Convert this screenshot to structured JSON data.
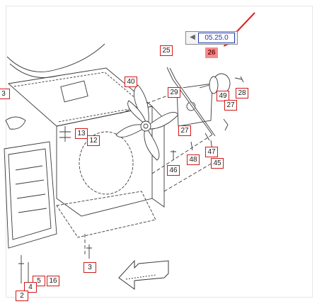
{
  "callouts": {
    "c25": "25",
    "c26": "26",
    "c40": "40",
    "c29": "29",
    "c49": "49",
    "c28": "28",
    "c27a": "27",
    "c27b": "27",
    "c13": "13",
    "c12": "12",
    "c47": "47",
    "c48": "48",
    "c45": "45",
    "c46": "46",
    "c3": "3",
    "c5": "5",
    "c16": "16",
    "c4": "4",
    "c2": "2",
    "c_left": "3"
  },
  "reference": {
    "code": "05.25.0",
    "arrow_icon": "left-arrow"
  },
  "colors": {
    "callout_border": "#d01818",
    "selected_fill": "#f28c8c",
    "reference_border": "#1e3aa8",
    "pointer_arrow": "#e02020",
    "line_art": "#3a3a3a"
  },
  "selected_callout": "26"
}
